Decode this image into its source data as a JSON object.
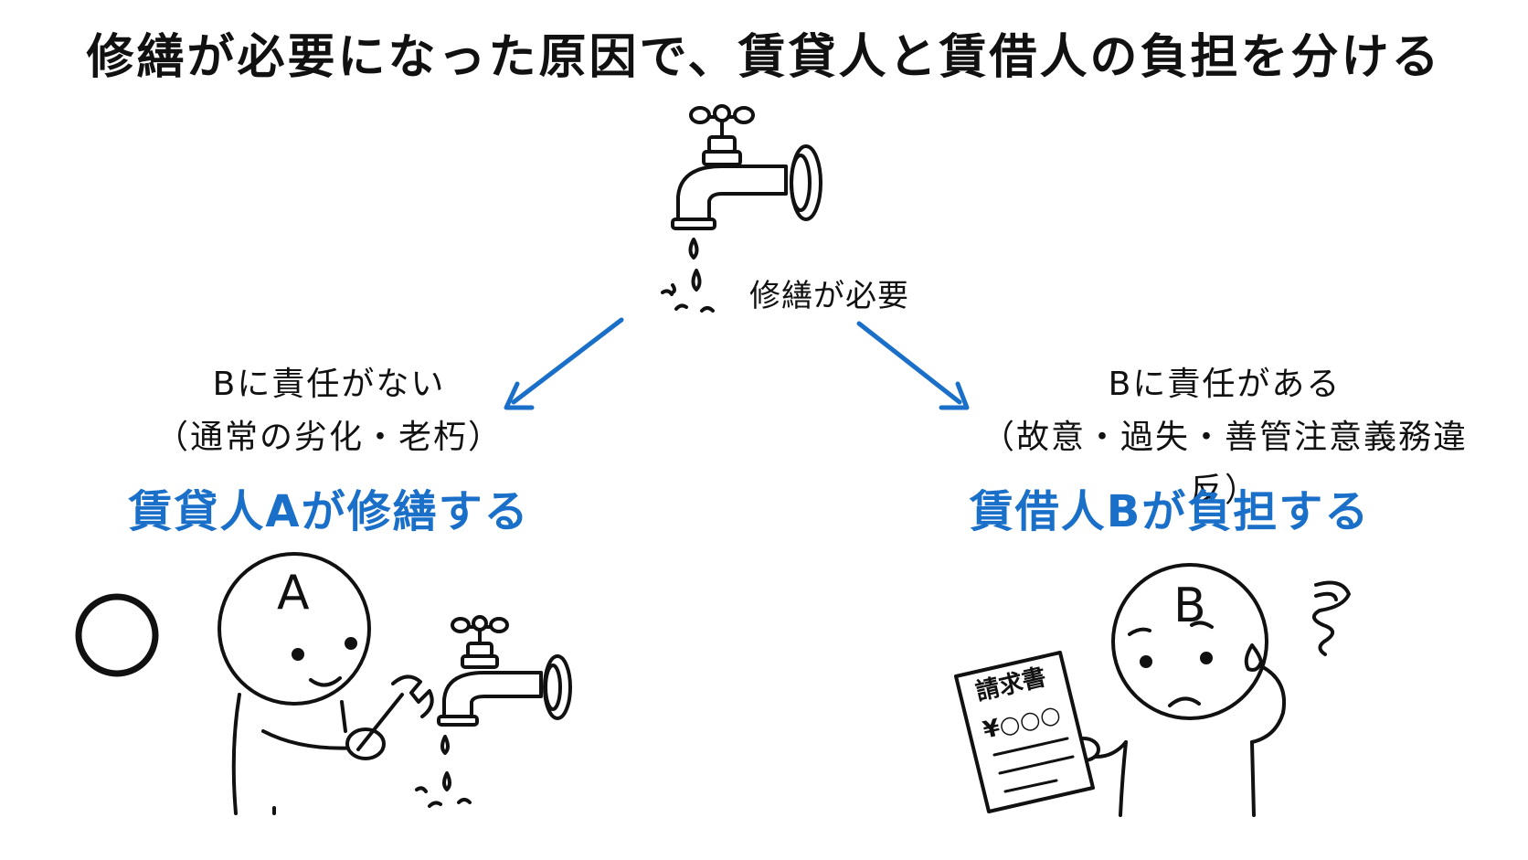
{
  "title": "修繕が必要になった原因で、賃貸人と賃借人の負担を分ける",
  "center": {
    "label": "修繕が必要"
  },
  "left": {
    "condition_line1": "Bに責任がない",
    "condition_line2": "（通常の劣化・老朽）",
    "result": "賃貸人Aが修繕する",
    "person_letter": "A"
  },
  "right": {
    "condition_line1": "Bに責任がある",
    "condition_line2": "（故意・過失・善管注意義務違反）",
    "result": "賃借人Bが負担する",
    "person_letter": "B",
    "document_title": "請求書",
    "document_amount": "¥○○○"
  },
  "colors": {
    "accent": "#1a6fc9",
    "ink": "#111111"
  }
}
